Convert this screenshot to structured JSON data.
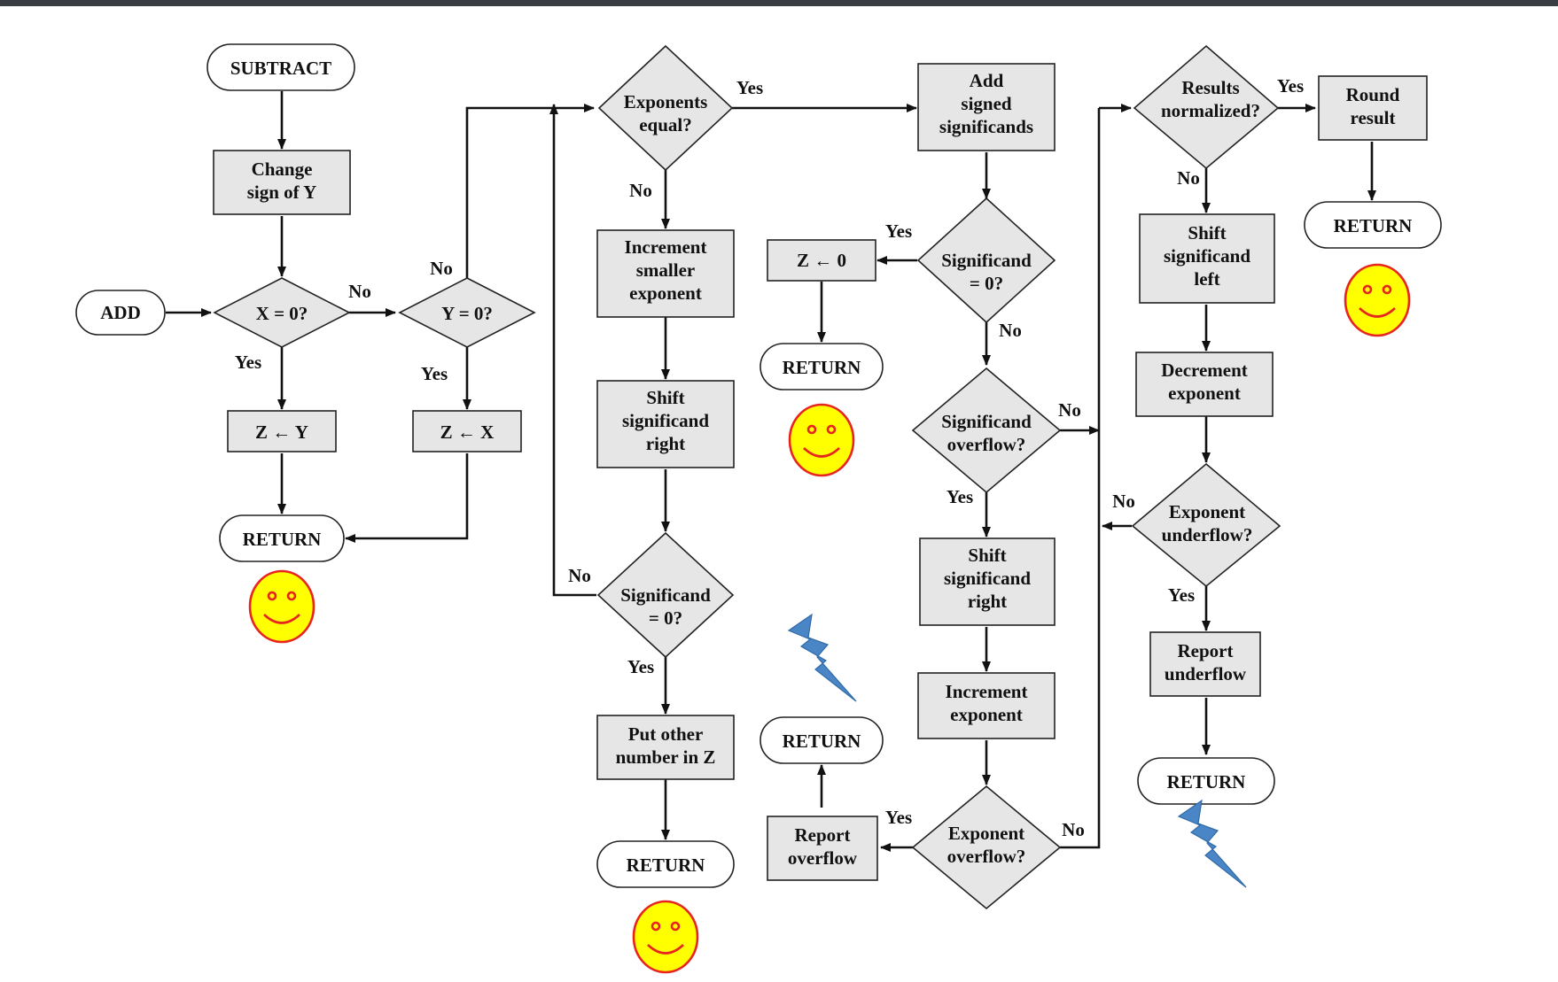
{
  "colors": {
    "process_fill": "#e6e6e6",
    "smiley_fill": "#ffff00",
    "smiley_stroke": "#e8241e",
    "bolt_fill": "#4a86c6"
  },
  "nodes": {
    "subtract": "SUBTRACT",
    "add": "ADD",
    "change_sign": [
      "Change",
      "sign of Y"
    ],
    "x_zero": "X = 0?",
    "y_zero": "Y = 0?",
    "z_y": "Z ← Y",
    "z_x": "Z ← X",
    "return_1": "RETURN",
    "exp_equal": [
      "Exponents",
      "equal?"
    ],
    "inc_smaller": [
      "Increment",
      "smaller",
      "exponent"
    ],
    "shift_right_1": [
      "Shift",
      "significand",
      "right"
    ],
    "sig_zero_1": [
      "Significand",
      "= 0?"
    ],
    "put_other": [
      "Put other",
      "number in Z"
    ],
    "return_2": "RETURN",
    "add_signed": [
      "Add",
      "signed",
      "significands"
    ],
    "z_zero": "Z ← 0",
    "return_3": "RETURN",
    "sig_zero_2": [
      "Significand",
      "= 0?"
    ],
    "sig_overflow": [
      "Significand",
      "overflow?"
    ],
    "shift_right_2": [
      "Shift",
      "significand",
      "right"
    ],
    "inc_exp": [
      "Increment",
      "exponent"
    ],
    "exp_overflow": [
      "Exponent",
      "overflow?"
    ],
    "report_overflow": [
      "Report",
      "overflow"
    ],
    "return_4": "RETURN",
    "results_norm": [
      "Results",
      "normalized?"
    ],
    "round": [
      "Round",
      "result"
    ],
    "return_5": "RETURN",
    "shift_left": [
      "Shift",
      "significand",
      "left"
    ],
    "dec_exp": [
      "Decrement",
      "exponent"
    ],
    "exp_underflow": [
      "Exponent",
      "underflow?"
    ],
    "report_underflow": [
      "Report",
      "underflow"
    ],
    "return_6": "RETURN"
  },
  "edge_labels": {
    "x_no": "No",
    "x_yes": "Yes",
    "y_no": "No",
    "y_yes": "Yes",
    "exp_yes": "Yes",
    "exp_no": "No",
    "sig1_no": "No",
    "sig1_yes": "Yes",
    "sig2_yes": "Yes",
    "sig2_no": "No",
    "ovf_no": "No",
    "ovf_yes": "Yes",
    "expovf_yes": "Yes",
    "expovf_no": "No",
    "norm_yes": "Yes",
    "norm_no": "No",
    "unf_no": "No",
    "unf_yes": "Yes"
  },
  "icons": {
    "success": "smiley-face-icon",
    "failure": "lightning-bolt-icon"
  }
}
